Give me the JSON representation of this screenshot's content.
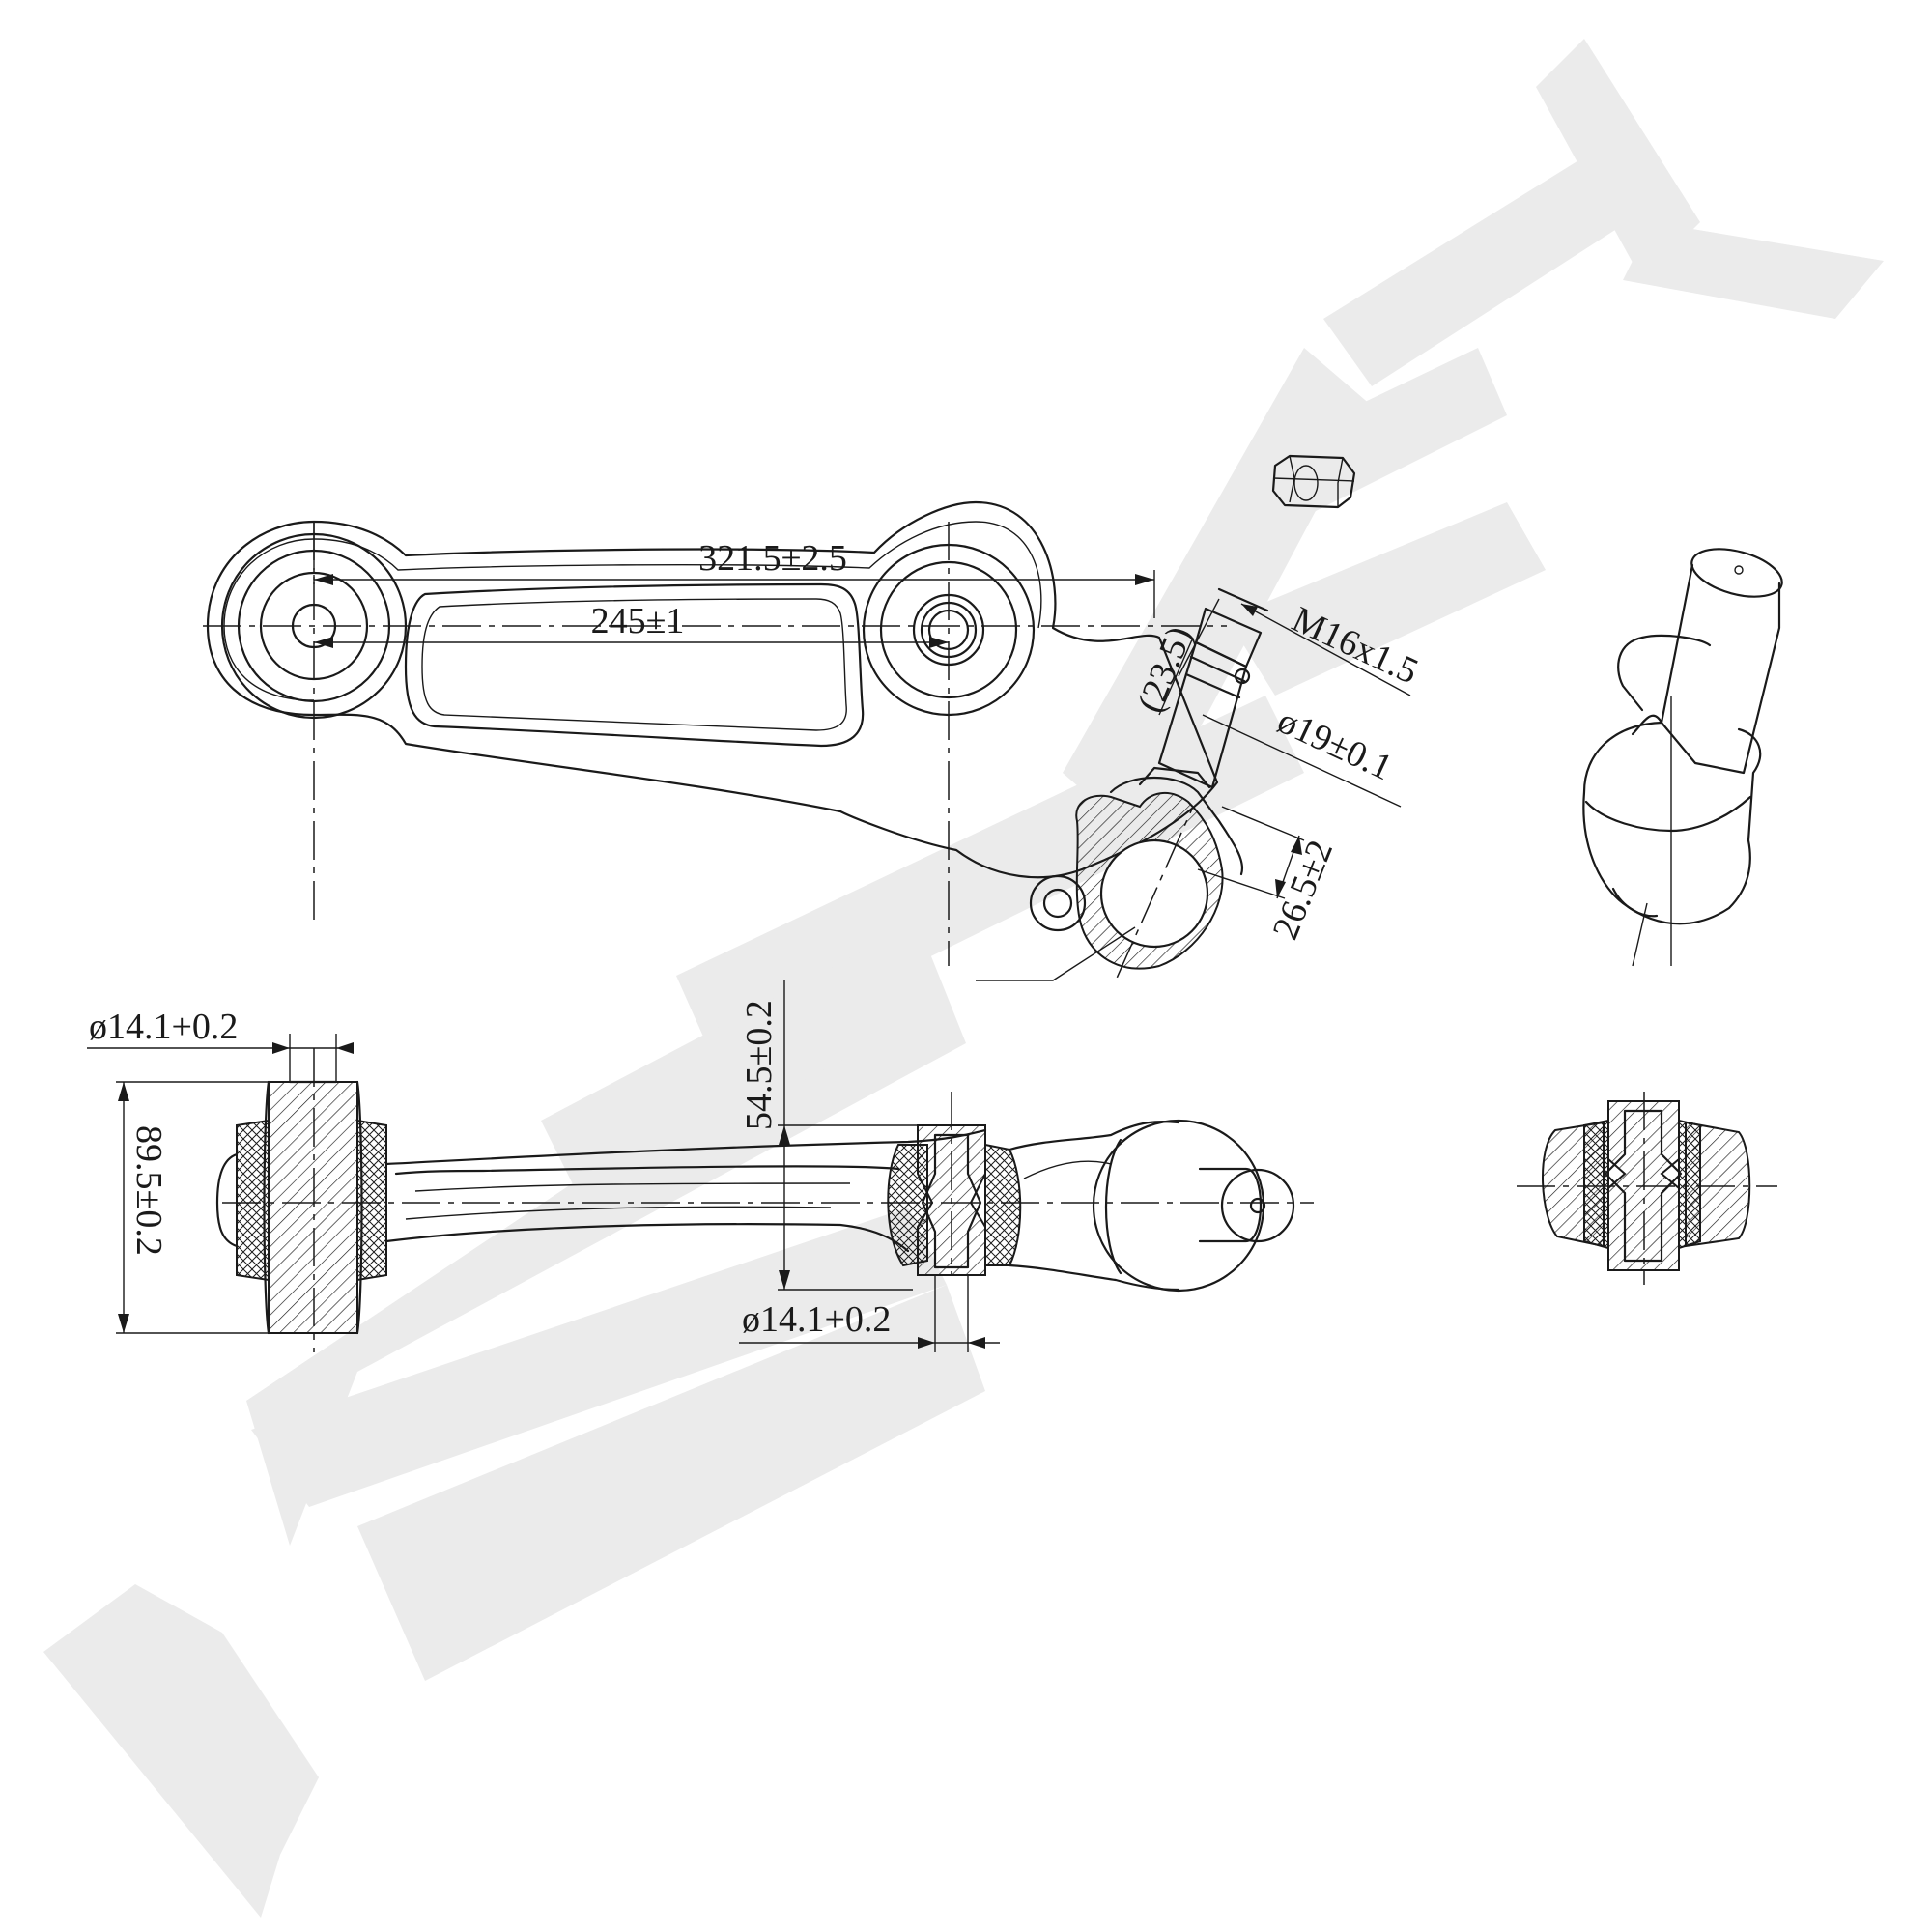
{
  "watermark": {
    "text": "ZENTEK",
    "color": "#ebebeb"
  },
  "dimensions": {
    "overall_length": "321.5±2.5",
    "bushing_spacing": "245±1",
    "ref_height": "(23.5)",
    "thread": "M16x1.5",
    "stud_diameter": "ø19±0.1",
    "joint_offset": "26.5±2",
    "bore_left": "ø14.1+0.2",
    "bushing_width": "89.5±0.2",
    "height_offset": "54.5±0.2",
    "bore_right": "ø14.1+0.2"
  },
  "icons": [
    "nut-icon",
    "ball-joint-detail",
    "bushing-section-detail"
  ]
}
